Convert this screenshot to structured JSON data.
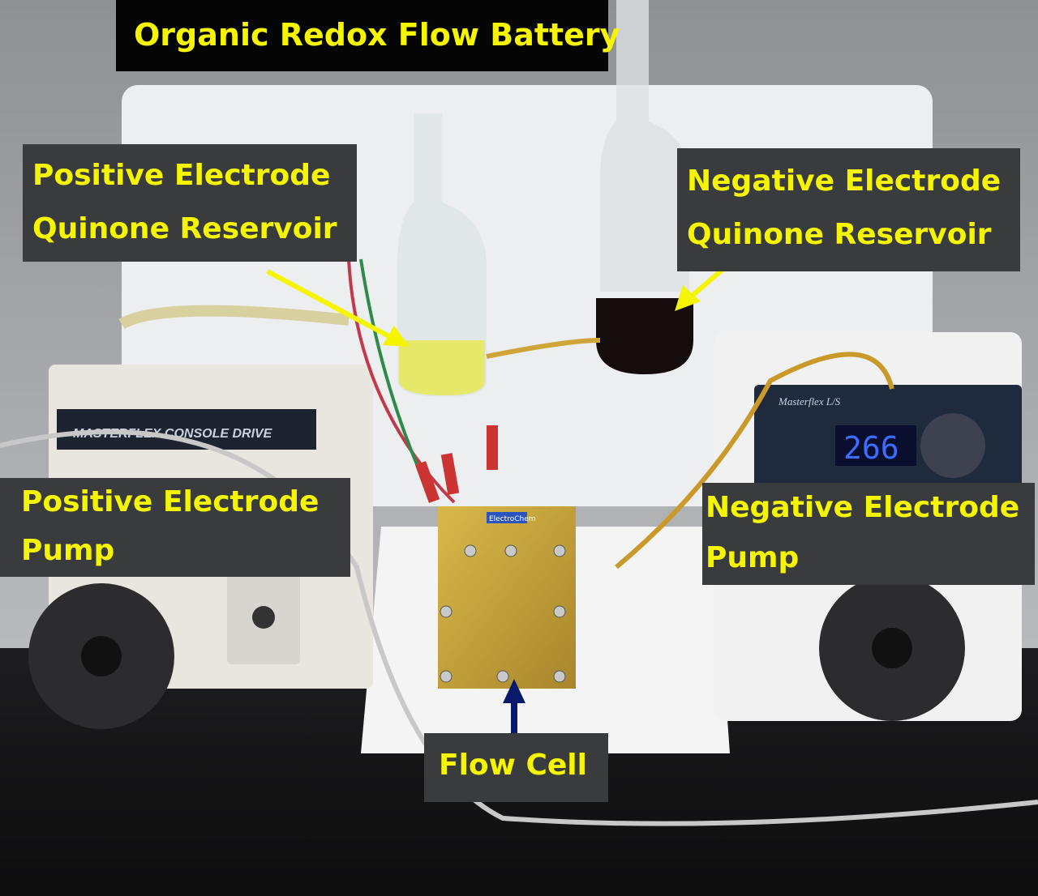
{
  "title": "Organic Redox Flow Battery",
  "labels": {
    "positive_reservoir": [
      "Positive  Electrode",
      "Quinone Reservoir"
    ],
    "negative_reservoir": [
      "Negative Electrode",
      "Quinone Reservoir"
    ],
    "positive_pump": [
      "Positive Electrode",
      "Pump"
    ],
    "negative_pump": [
      "Negative Electrode",
      "Pump"
    ],
    "flow_cell": "Flow Cell"
  },
  "equipment_text": {
    "left_pump_brand": "MASTERFLEX CONSOLE DRIVE",
    "right_pump_brand": "Masterflex L/S",
    "right_pump_display": "266",
    "cell_brand": "ElectroChem"
  },
  "colors": {
    "label_text": "#f5f500",
    "label_background": "#3a3b3c",
    "title_background": "#050505",
    "pointer_arrow": "#f5f500",
    "flow_cell_arrow": "#0a1a6a"
  }
}
